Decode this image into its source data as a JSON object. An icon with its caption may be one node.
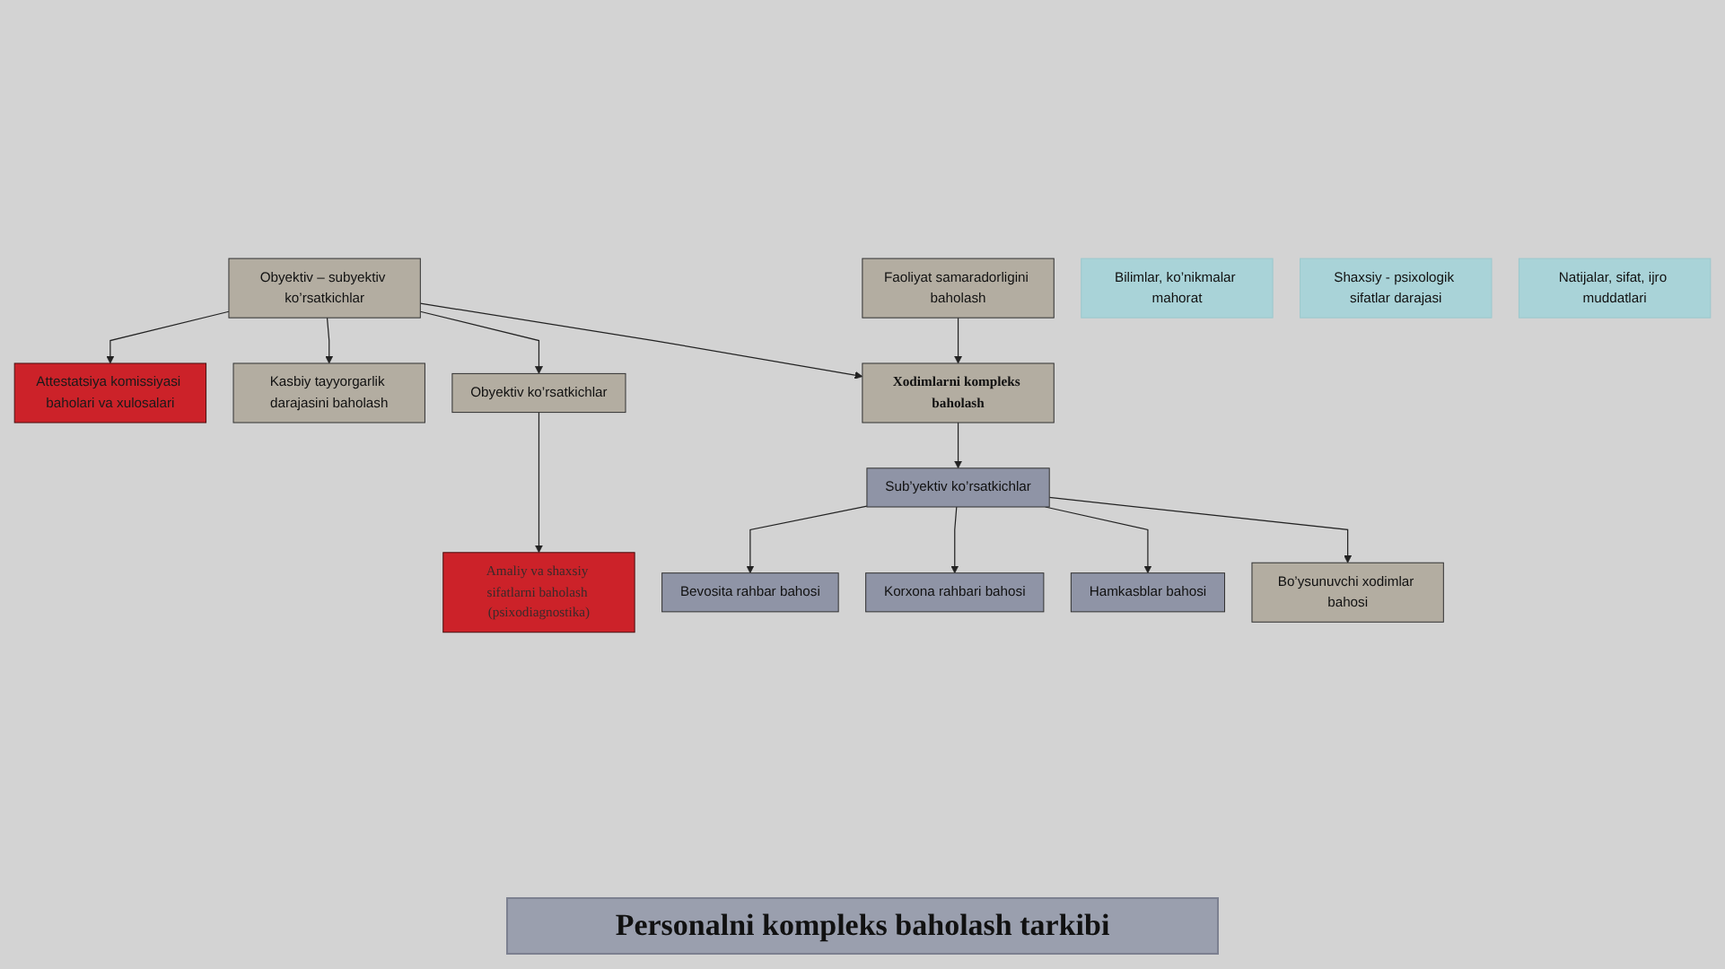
{
  "diagram": {
    "caption": "Personalni kompleks baholash tarkibi",
    "nodes": [
      {
        "text": [
          "Shaxsiy - psixologik sifatlar darajasi"
        ]
      },
      {
        "text": [
          "Bilimlar, ko’nikmalar mahorat"
        ]
      },
      {
        "text": [
          "Attestatsiya komissiyasi baholari va xulosalari"
        ]
      },
      {
        "text": [
          "Amaliy va shaxsiy sifatlarni baholash (psixodiagnostika)"
        ]
      },
      {
        "text": [
          "Kasbiy tayyorgarlik darajasini baholash"
        ]
      },
      {
        "text": [
          "Obyektiv – subyektiv ko’rsatkichlar"
        ]
      },
      {
        "text": [
          "Obyektiv ko’rsatkichlar"
        ]
      },
      {
        "text": [
          "Faoliyat samaradorligini baholash"
        ]
      },
      {
        "text": [
          "Xodimlarni kompleks baholash"
        ]
      },
      {
        "text": [
          "Bo’ysunuvchi xodimlar bahosi"
        ]
      },
      {
        "text": [
          "Natijalar, sifat, ijro muddatlari"
        ]
      },
      {
        "text": [
          "Sub’yektiv ko’rsatkichlar"
        ]
      },
      {
        "text": [
          "Bevosita rahbar bahosi"
        ]
      },
      {
        "text": [
          "Korxona rahbari bahosi"
        ]
      },
      {
        "text": [
          "Hamkasblar bahosi"
        ]
      }
    ],
    "edges": [
      {
        "from": 5,
        "to": 2,
        "arrow": "to"
      },
      {
        "from": 5,
        "to": 4,
        "arrow": "to"
      },
      {
        "from": 5,
        "to": 6,
        "arrow": "to"
      },
      {
        "from": 6,
        "to": 3,
        "arrow": "to"
      },
      {
        "from": 5,
        "to": 8,
        "arrow": "to"
      },
      {
        "from": 7,
        "to": 8,
        "arrow": "to"
      },
      {
        "from": 8,
        "to": 11,
        "arrow": "to"
      },
      {
        "from": 11,
        "to": 12,
        "arrow": "to"
      },
      {
        "from": 11,
        "to": 13,
        "arrow": "to"
      },
      {
        "from": 11,
        "to": 14,
        "arrow": "to"
      },
      {
        "from": 11,
        "to": 9,
        "arrow": "to"
      }
    ]
  }
}
